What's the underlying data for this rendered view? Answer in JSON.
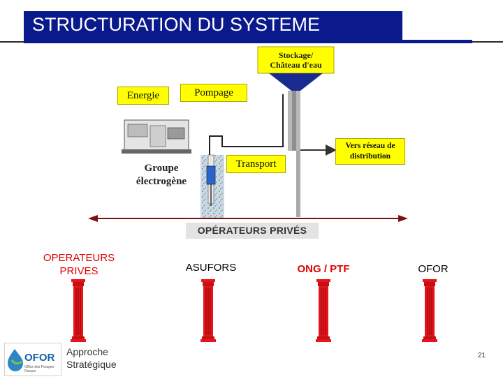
{
  "slide": {
    "title": "STRUCTURATION DU SYSTEME",
    "page_number": "21"
  },
  "diagram": {
    "storage_label_1": "Stockage/",
    "storage_label_2": "Château d'eau",
    "energie": "Energie",
    "pompage": "Pompage",
    "transport": "Transport",
    "network_label_1": "Vers réseau de",
    "network_label_2": "distribution",
    "generator_label_1": "Groupe",
    "generator_label_2": "électrogène",
    "operators_band": "OPÉRATEURS PRIVÉS"
  },
  "pillars": {
    "row_label_1": "OPERATEURS",
    "row_label_2": "PRIVES",
    "items": [
      {
        "label": "ASUFORS",
        "color": "#000000"
      },
      {
        "label": "ONG / PTF",
        "color": "#e00000"
      },
      {
        "label": "OFOR",
        "color": "#000000"
      }
    ],
    "pillar_color": "#e8141a"
  },
  "footer": {
    "logo_text": "OFOR",
    "logo_subtext": "Office des Forages Ruraux",
    "text_1": "Approche",
    "text_2": "Stratégique"
  }
}
